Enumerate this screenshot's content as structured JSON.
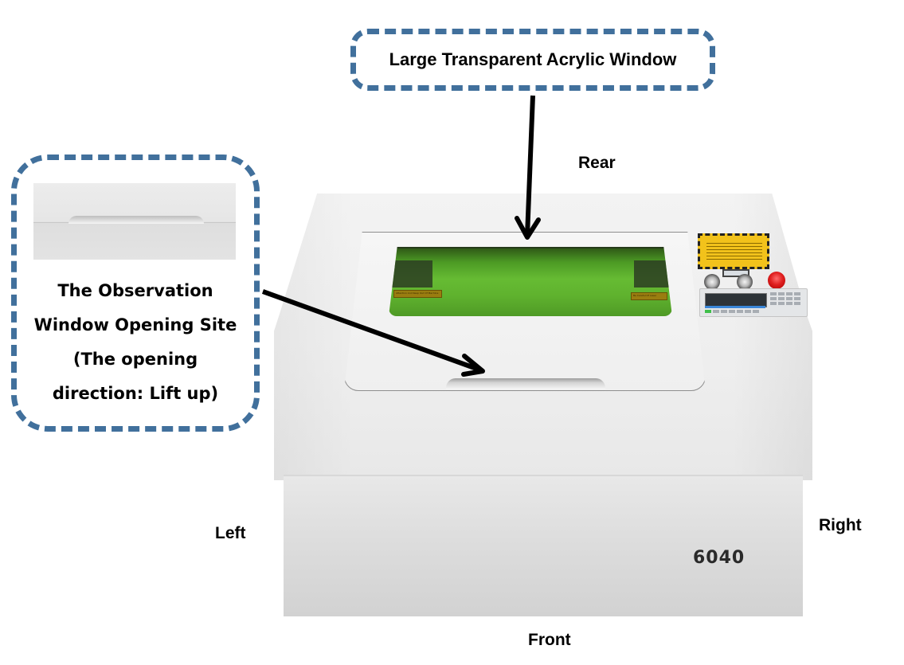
{
  "callouts": {
    "top": {
      "label": "Large Transparent Acrylic Window",
      "border_color": "#41709c"
    },
    "left": {
      "lines": [
        "The Observation",
        "Window Opening Site",
        "(The opening",
        "direction: Lift up)"
      ],
      "border_color": "#41709c",
      "inset_image": "lid-handle-closeup"
    }
  },
  "directions": {
    "rear": "Rear",
    "left": "Left",
    "right": "Right",
    "front": "Front"
  },
  "machine": {
    "model": "6040",
    "window_color": "#5fb22e",
    "estop_color": "#e02020",
    "warning_label_color": "#f2c21b",
    "window_tags": {
      "left": "Attention And Keep Out Of Machine",
      "right": "Be Careful Of Laser"
    }
  },
  "arrows": [
    {
      "name": "arrow-to-acrylic-window",
      "from": "top-callout",
      "to": "acrylic-window"
    },
    {
      "name": "arrow-to-handle",
      "from": "left-callout",
      "to": "lid-handle"
    }
  ]
}
